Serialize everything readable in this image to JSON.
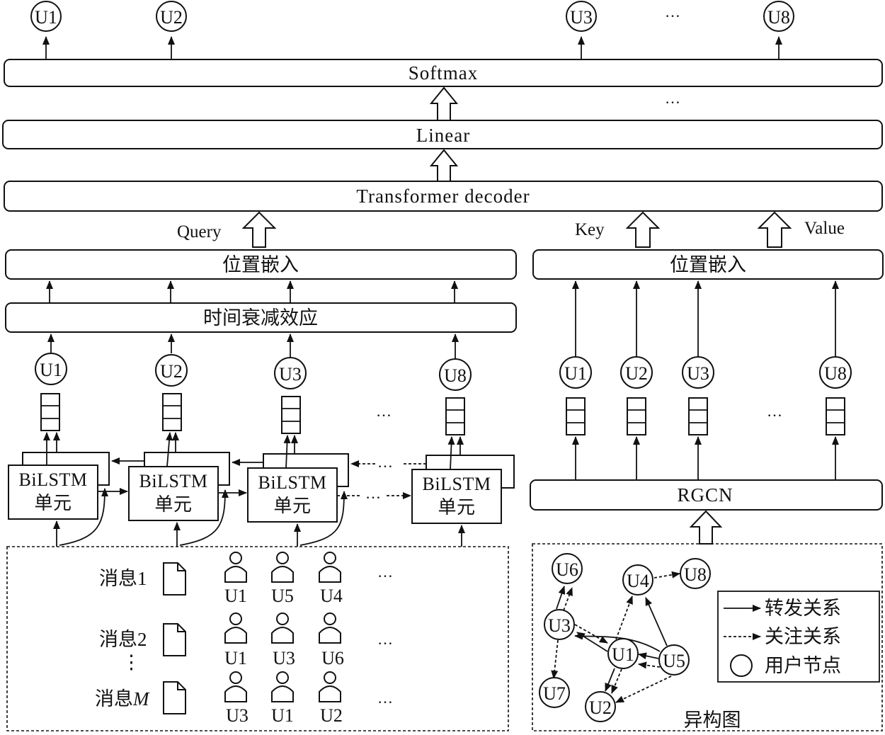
{
  "top_outputs": [
    "U1",
    "U2",
    "U3",
    "…",
    "U8"
  ],
  "layers": {
    "softmax": "Softmax",
    "linear": "Linear",
    "decoder": "Transformer decoder",
    "ellipsis": "…"
  },
  "labels": {
    "query": "Query",
    "key": "Key",
    "value": "Value"
  },
  "left": {
    "position_embedding": "位置嵌入",
    "time_decay": "时间衰减效应",
    "users": [
      "U1",
      "U2",
      "U3",
      "U8"
    ],
    "bilstm_line1": "BiLSTM",
    "bilstm_line2": "单元",
    "ellipsis": "…"
  },
  "right": {
    "position_embedding": "位置嵌入",
    "users": [
      "U1",
      "U2",
      "U3",
      "U8"
    ],
    "rgcn": "RGCN",
    "ellipsis": "…"
  },
  "messages": [
    {
      "label": "消息1",
      "users": [
        "U1",
        "U5",
        "U4"
      ]
    },
    {
      "label": "消息2",
      "users": [
        "U1",
        "U3",
        "U6"
      ]
    },
    {
      "label_prefix": "消息",
      "label_var": "M",
      "users": [
        "U3",
        "U1",
        "U2"
      ]
    }
  ],
  "messages_vdots": "⋮",
  "messages_ellipsis": "…",
  "graph": {
    "title": "异构图",
    "nodes": [
      "U6",
      "U4",
      "U8",
      "U3",
      "U1",
      "U5",
      "U7",
      "U2"
    ],
    "legend": {
      "forward": "转发关系",
      "follow": "关注关系",
      "user_node": "用户节点"
    },
    "edges": [
      {
        "from": "U1",
        "to": "U3",
        "type": "forward"
      },
      {
        "from": "U3",
        "to": "U1",
        "type": "follow"
      },
      {
        "from": "U3",
        "to": "U6",
        "type": "forward"
      },
      {
        "from": "U3",
        "to": "U6",
        "type": "follow"
      },
      {
        "from": "U1",
        "to": "U4",
        "type": "follow"
      },
      {
        "from": "U4",
        "to": "U8",
        "type": "follow"
      },
      {
        "from": "U5",
        "to": "U4",
        "type": "forward"
      },
      {
        "from": "U5",
        "to": "U1",
        "type": "forward"
      },
      {
        "from": "U5",
        "to": "U1",
        "type": "follow"
      },
      {
        "from": "U5",
        "to": "U3",
        "type": "forward"
      },
      {
        "from": "U1",
        "to": "U2",
        "type": "forward"
      },
      {
        "from": "U1",
        "to": "U2",
        "type": "follow"
      },
      {
        "from": "U5",
        "to": "U2",
        "type": "follow"
      },
      {
        "from": "U3",
        "to": "U7",
        "type": "follow"
      }
    ]
  }
}
